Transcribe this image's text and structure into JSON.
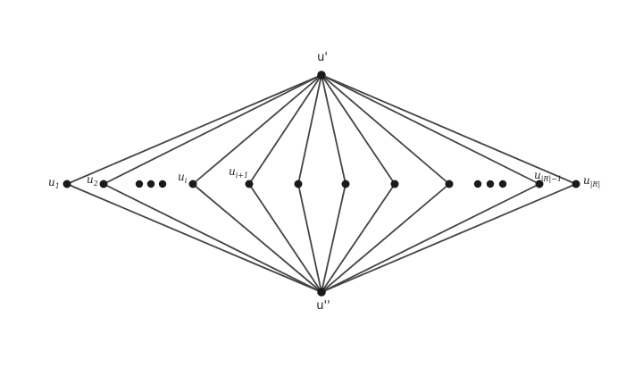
{
  "diagram": {
    "top_label": "u'",
    "bottom_label": "u''",
    "node_color": "#1a1a1a",
    "edge_color": "#444444",
    "labels": [
      {
        "base": "u",
        "sub": "1"
      },
      {
        "base": "u",
        "sub": "2"
      },
      {
        "base": "u",
        "sub": "i"
      },
      {
        "base": "u",
        "sub": "i+1"
      },
      {
        "base": "u",
        "sub": "|R|−1"
      },
      {
        "base": "u",
        "sub": "|R|"
      }
    ],
    "ellipses": [
      "left-dots",
      "right-dots"
    ]
  }
}
